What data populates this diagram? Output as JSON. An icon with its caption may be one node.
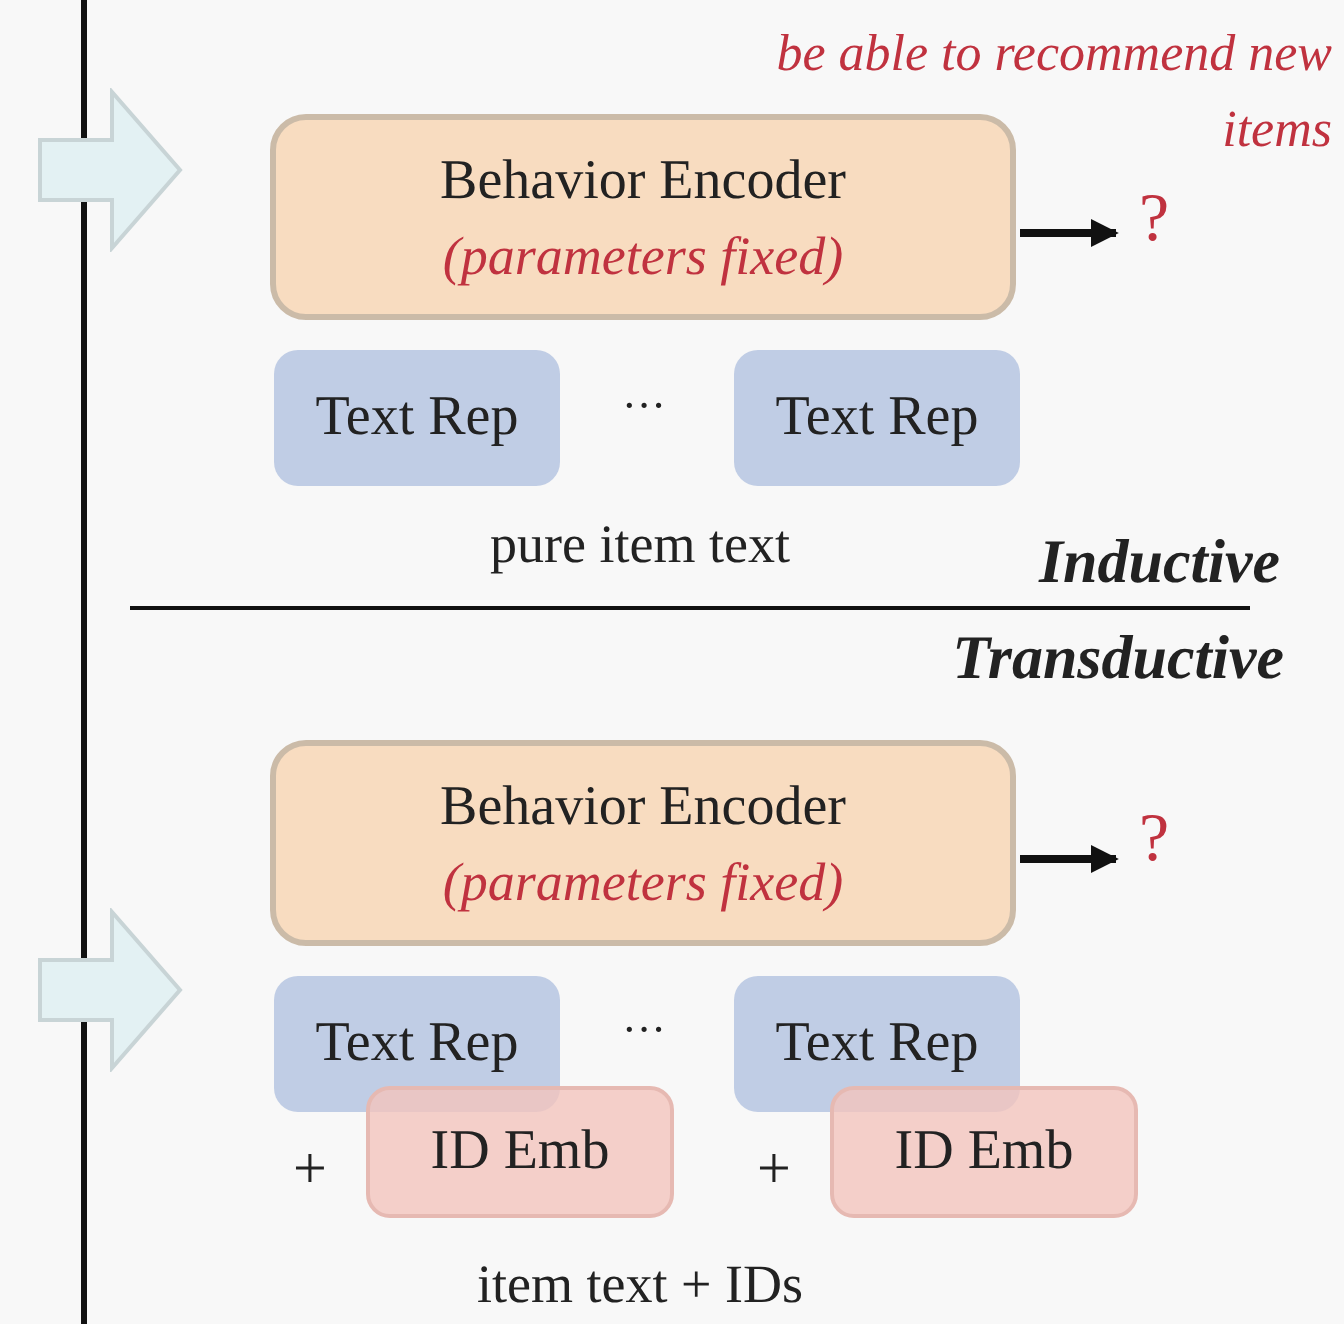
{
  "diagram": {
    "nodes": [
      {
        "text": [
          "Behavior Encoder",
          "(parameters fixed)"
        ]
      },
      {
        "text": [
          "?"
        ]
      },
      {
        "text": [
          "Text Rep"
        ]
      },
      {
        "text": [
          "Text Rep"
        ]
      },
      {
        "text": [
          "Behavior Encoder",
          "(parameters fixed)"
        ]
      },
      {
        "text": [
          "?"
        ]
      },
      {
        "text": [
          "Text Rep"
        ]
      },
      {
        "text": [
          "Text Rep"
        ]
      },
      {
        "text": [
          "ID Emb"
        ]
      },
      {
        "text": [
          "ID Emb"
        ]
      }
    ],
    "edges": [
      {
        "from": 0,
        "to": 1,
        "arrow": "to"
      },
      {
        "from": 4,
        "to": 5,
        "arrow": "to"
      }
    ],
    "labels": [
      "be able to recommend new items",
      "···",
      "pure item text",
      "Inductive",
      "Transductive",
      "···",
      "+",
      "+",
      "item text + IDs"
    ]
  }
}
